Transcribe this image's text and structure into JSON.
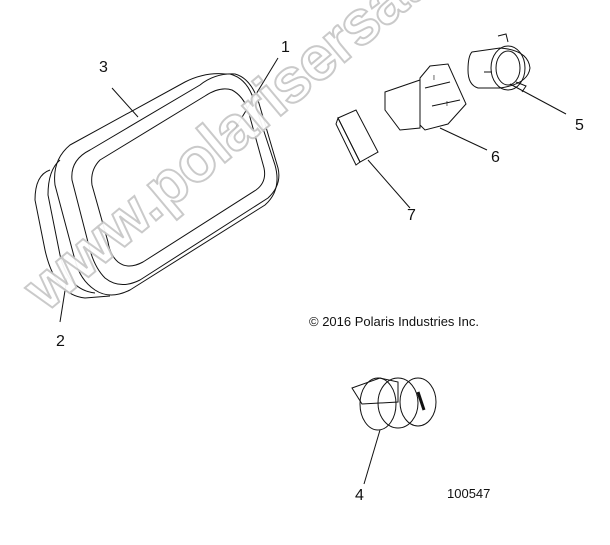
{
  "diagram": {
    "callouts": [
      {
        "id": "1",
        "label": "1",
        "part": "lens"
      },
      {
        "id": "2",
        "label": "2",
        "part": "housing"
      },
      {
        "id": "3",
        "label": "3",
        "part": "seal"
      },
      {
        "id": "4",
        "label": "4",
        "part": "ignition-switch"
      },
      {
        "id": "5",
        "label": "5",
        "part": "power-outlet"
      },
      {
        "id": "6",
        "label": "6",
        "part": "rocker-switch"
      },
      {
        "id": "7",
        "label": "7",
        "part": "switch-blank"
      }
    ],
    "copyright": "© 2016 Polaris Industries Inc.",
    "part_number": "100547",
    "watermark": "www.polarisersatzteile.de",
    "colors": {
      "line": "#111111",
      "watermark_outline": "#c8c8c8",
      "background": "#ffffff"
    }
  }
}
